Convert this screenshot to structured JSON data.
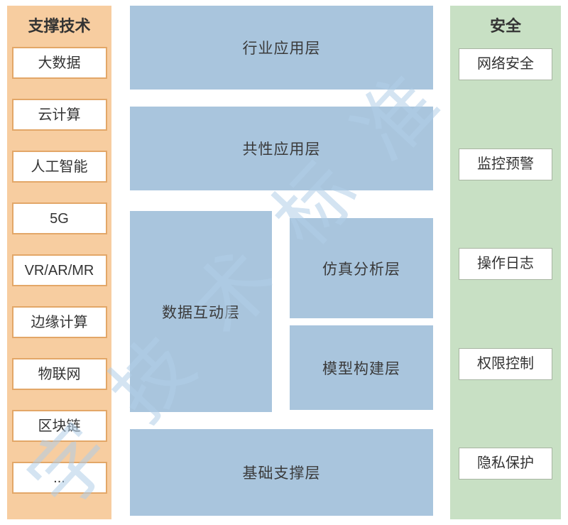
{
  "left_panel": {
    "title": "支撑技术",
    "items": [
      "大数据",
      "云计算",
      "人工智能",
      "5G",
      "VR/AR/MR",
      "边缘计算",
      "物联网",
      "区块链",
      "..."
    ]
  },
  "layers": {
    "industry": "行业应用层",
    "common": "共性应用层",
    "data_interaction": "数据互动层",
    "simulation": "仿真分析层",
    "model": "模型构建层",
    "foundation": "基础支撑层"
  },
  "right_panel": {
    "title": "安全",
    "items": [
      "网络安全",
      "监控预警",
      "操作日志",
      "权限控制",
      "隐私保护"
    ]
  },
  "watermark": "字技术标准",
  "colors": {
    "left_panel_bg": "#f7cda0",
    "left_box_border": "#e3a768",
    "layer_bg": "#a9c5dd",
    "right_panel_bg": "#c8e0c4",
    "right_box_border": "#a8b5a2",
    "text": "#333333",
    "watermark": "#b0cde8"
  }
}
